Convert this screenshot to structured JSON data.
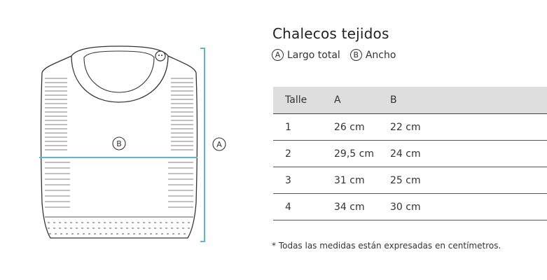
{
  "title": "Chalecos tejidos",
  "legend": [
    {
      "letter": "A",
      "label": "Largo total"
    },
    {
      "letter": "B",
      "label": "Ancho"
    }
  ],
  "diagram_labels": {
    "length_marker": "A",
    "width_marker": "B"
  },
  "table": {
    "headers": [
      "Talle",
      "A",
      "B"
    ],
    "rows": [
      [
        "1",
        "26 cm",
        "22 cm"
      ],
      [
        "2",
        "29,5 cm",
        "24 cm"
      ],
      [
        "3",
        "31 cm",
        "25 cm"
      ],
      [
        "4",
        "34 cm",
        "30 cm"
      ]
    ]
  },
  "footnote": "* Todas las medidas están expresadas en centímetros.",
  "colors": {
    "measure_line": "#5bb9cb",
    "header_bg": "#dedede"
  }
}
